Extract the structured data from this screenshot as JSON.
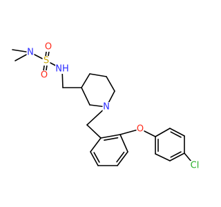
{
  "molecule": {
    "colors": {
      "bond": "#000000",
      "carbon": "#000000",
      "nitrogen": "#2a2aff",
      "oxygen": "#ff2a1a",
      "sulfur": "#c8a400",
      "chlorine": "#2ab02a"
    },
    "atoms": [
      {
        "id": "me1",
        "el": "C"
      },
      {
        "id": "me2",
        "el": "C"
      },
      {
        "id": "n_dim",
        "el": "N",
        "label": "N"
      },
      {
        "id": "s",
        "el": "S",
        "label": "S"
      },
      {
        "id": "o_top",
        "el": "O",
        "label": "O"
      },
      {
        "id": "o_bot",
        "el": "O",
        "label": "O"
      },
      {
        "id": "n_h",
        "el": "N",
        "label": "NH"
      },
      {
        "id": "ch2a",
        "el": "C"
      },
      {
        "id": "pip_c3",
        "el": "C"
      },
      {
        "id": "pip_c4",
        "el": "C"
      },
      {
        "id": "pip_c5",
        "el": "C"
      },
      {
        "id": "pip_c6",
        "el": "C"
      },
      {
        "id": "pip_n",
        "el": "N",
        "label": "N"
      },
      {
        "id": "pip_c2",
        "el": "C"
      },
      {
        "id": "ch2b",
        "el": "C"
      },
      {
        "id": "r1_a",
        "el": "C"
      },
      {
        "id": "r1_b",
        "el": "C"
      },
      {
        "id": "r1_c",
        "el": "C"
      },
      {
        "id": "r1_d",
        "el": "C"
      },
      {
        "id": "r1_e",
        "el": "C"
      },
      {
        "id": "r1_f",
        "el": "C"
      },
      {
        "id": "o_eth",
        "el": "O",
        "label": "O"
      },
      {
        "id": "r2_a",
        "el": "C"
      },
      {
        "id": "r2_b",
        "el": "C"
      },
      {
        "id": "r2_c",
        "el": "C"
      },
      {
        "id": "r2_d",
        "el": "C"
      },
      {
        "id": "r2_e",
        "el": "C"
      },
      {
        "id": "r2_f",
        "el": "C"
      },
      {
        "id": "cl",
        "el": "Cl",
        "label": "Cl"
      }
    ],
    "bonds": [
      {
        "a": "me1",
        "b": "n_dim",
        "order": 1
      },
      {
        "a": "me2",
        "b": "n_dim",
        "order": 1
      },
      {
        "a": "n_dim",
        "b": "s",
        "order": 1
      },
      {
        "a": "s",
        "b": "o_top",
        "order": 2
      },
      {
        "a": "s",
        "b": "o_bot",
        "order": 2
      },
      {
        "a": "s",
        "b": "n_h",
        "order": 1
      },
      {
        "a": "n_h",
        "b": "ch2a",
        "order": 1
      },
      {
        "a": "ch2a",
        "b": "pip_c3",
        "order": 1
      },
      {
        "a": "pip_c3",
        "b": "pip_c4",
        "order": 1
      },
      {
        "a": "pip_c4",
        "b": "pip_c5",
        "order": 1
      },
      {
        "a": "pip_c5",
        "b": "pip_c6",
        "order": 1
      },
      {
        "a": "pip_c6",
        "b": "pip_n",
        "order": 1
      },
      {
        "a": "pip_n",
        "b": "pip_c2",
        "order": 1
      },
      {
        "a": "pip_c2",
        "b": "pip_c3",
        "order": 1
      },
      {
        "a": "pip_n",
        "b": "ch2b",
        "order": 1
      },
      {
        "a": "ch2b",
        "b": "r1_a",
        "order": 1
      },
      {
        "a": "r1_a",
        "b": "r1_b",
        "order": 2
      },
      {
        "a": "r1_b",
        "b": "r1_c",
        "order": 1
      },
      {
        "a": "r1_c",
        "b": "r1_d",
        "order": 2
      },
      {
        "a": "r1_d",
        "b": "r1_e",
        "order": 1
      },
      {
        "a": "r1_e",
        "b": "r1_f",
        "order": 2
      },
      {
        "a": "r1_f",
        "b": "r1_a",
        "order": 1
      },
      {
        "a": "r1_b",
        "b": "o_eth",
        "order": 1
      },
      {
        "a": "o_eth",
        "b": "r2_a",
        "order": 1
      },
      {
        "a": "r2_a",
        "b": "r2_b",
        "order": 2
      },
      {
        "a": "r2_b",
        "b": "r2_c",
        "order": 1
      },
      {
        "a": "r2_c",
        "b": "r2_d",
        "order": 2
      },
      {
        "a": "r2_d",
        "b": "r2_e",
        "order": 1
      },
      {
        "a": "r2_e",
        "b": "r2_f",
        "order": 2
      },
      {
        "a": "r2_f",
        "b": "r2_a",
        "order": 1
      },
      {
        "a": "r2_d",
        "b": "cl",
        "order": 1
      }
    ]
  }
}
